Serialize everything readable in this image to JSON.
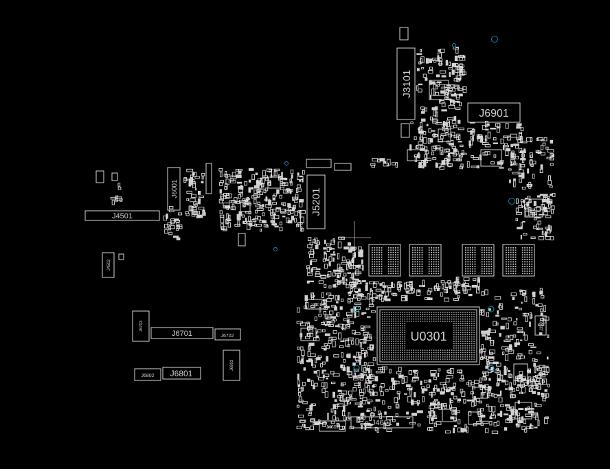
{
  "board": {
    "background": "#000000",
    "outline_color": "#d8d8d8",
    "hole_color": "#1e8fb0",
    "designators": {
      "j3101": "J3101",
      "j6901": "J6901",
      "j6001": "J6001",
      "j5201": "J5201",
      "j4501": "J4501",
      "j4502": "J4502",
      "j4401": "J4401",
      "j6701": "J6701",
      "j6702": "J6702",
      "j6703": "J6703",
      "j6801": "J6801",
      "j6802": "J6802",
      "j6803": "J6803",
      "u0301": "U0301",
      "j4601": "J4601",
      "j4602": "J4602",
      "j3501": "J3501"
    }
  }
}
